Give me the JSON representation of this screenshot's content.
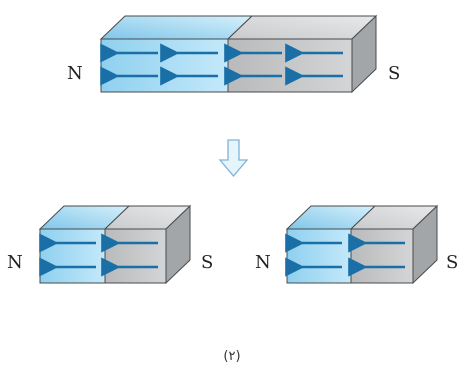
{
  "top_magnet": {
    "left_pole": "N",
    "right_pole": "S"
  },
  "bottom_left_magnet": {
    "left_pole": "N",
    "right_pole": "S"
  },
  "bottom_right_magnet": {
    "left_pole": "N",
    "right_pole": "S"
  },
  "caption": "(٢)",
  "icons": {
    "split_arrow": "down-arrow-icon",
    "field_arrow": "left-arrow-icon"
  },
  "colors": {
    "blue_face": "#a9dcf3",
    "blue_top": "#cdeefb",
    "grey_face": "#c7c9cb",
    "grey_top": "#dedfe0",
    "grey_side": "#9fa2a5",
    "arrow": "#1a6fa6",
    "edge": "#4a4a4a"
  }
}
